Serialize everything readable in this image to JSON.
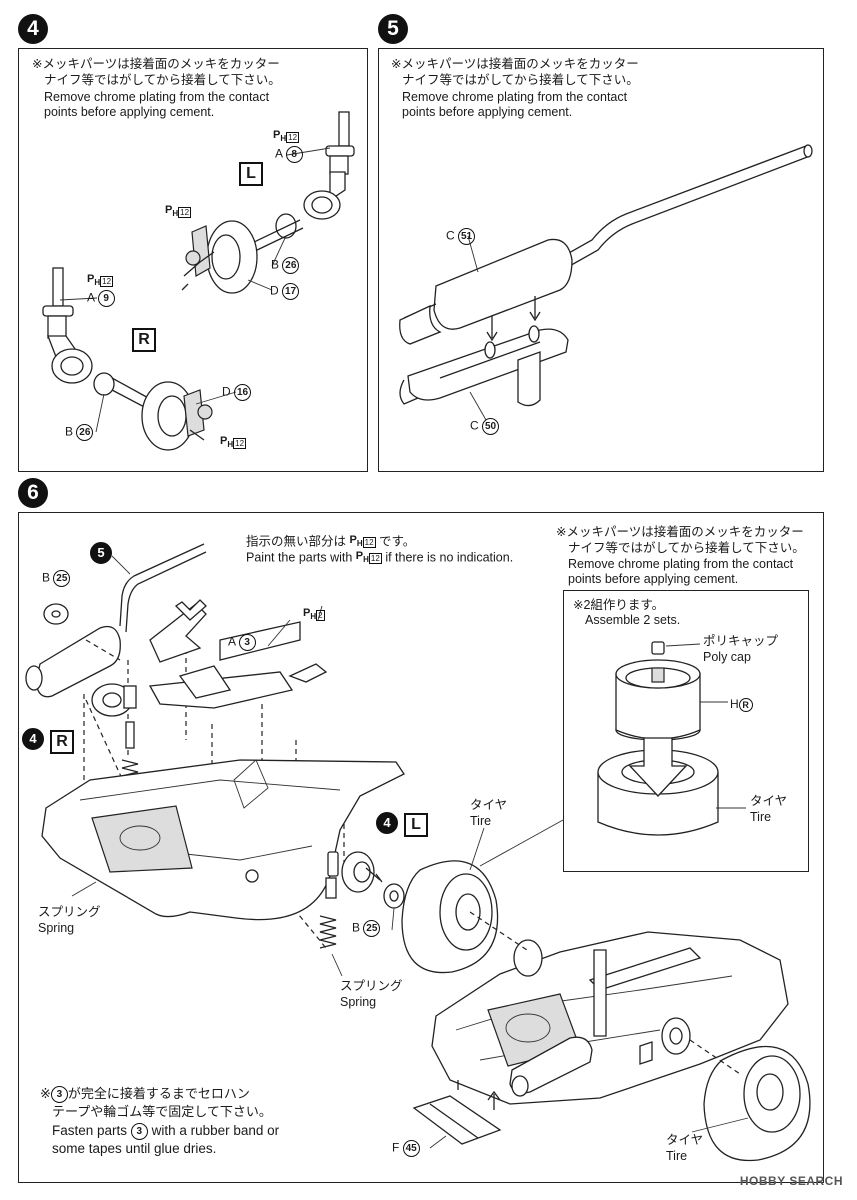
{
  "steps": {
    "s4": {
      "number": "4",
      "note_jp_1": "※メッキパーツは接着面のメッキをカッター",
      "note_jp_2": "ナイフ等ではがしてから接着して下さい。",
      "note_en_1": "Remove chrome plating from the contact",
      "note_en_2": "points before applying cement.",
      "side_L": "L",
      "side_R": "R",
      "paint_code": "12",
      "labels": {
        "a8_letter": "A",
        "a8_num": "8",
        "a9_letter": "A",
        "a9_num": "9",
        "b26_letter": "B",
        "b26_num": "26",
        "b26b_letter": "B",
        "b26b_num": "26",
        "d17_letter": "D",
        "d17_num": "17",
        "d16_letter": "D",
        "d16_num": "16"
      }
    },
    "s5": {
      "number": "5",
      "note_jp_1": "※メッキパーツは接着面のメッキをカッター",
      "note_jp_2": "ナイフ等ではがしてから接着して下さい。",
      "note_en_1": "Remove chrome plating from the contact",
      "note_en_2": "points before applying cement.",
      "labels": {
        "c51_letter": "C",
        "c51_num": "51",
        "c50_letter": "C",
        "c50_num": "50"
      }
    },
    "s6": {
      "number": "6",
      "paint_jp": "指示の無い部分は",
      "paint_jp_tail": "です。",
      "paint_en": "Paint the parts with",
      "paint_en_tail": "if there is no indication.",
      "paint_code": "12",
      "paint_code_2": "2",
      "note_jp_1": "※メッキパーツは接着面のメッキをカッター",
      "note_jp_2": "ナイフ等ではがしてから接着して下さい。",
      "note_en_1": "Remove chrome plating from the contact",
      "note_en_2": "points before applying cement.",
      "sets_jp": "※2組作ります。",
      "sets_en": "Assemble 2 sets.",
      "polycap_jp": "ポリキャップ",
      "polycap_en": "Poly cap",
      "hr_label": "H",
      "hr_num": "R",
      "tire_jp": "タイヤ",
      "tire_en": "Tire",
      "spring_jp": "スプリング",
      "spring_en": "Spring",
      "labels": {
        "b25_letter": "B",
        "b25_num": "25",
        "a3_letter": "A",
        "a3_num": "3",
        "ref5": "5",
        "ref4": "4",
        "ref4L": "L",
        "ref4R": "R",
        "f45_letter": "F",
        "f45_num": "45"
      },
      "bottom_jp_1_pre": "※",
      "bottom_jp_1_num": "3",
      "bottom_jp_1_post": "が完全に接着するまでセロハン",
      "bottom_jp_2": "テープや輪ゴム等で固定して下さい。",
      "bottom_en_1_pre": "Fasten parts",
      "bottom_en_1_num": "3",
      "bottom_en_1_post": "with a rubber band or",
      "bottom_en_2": "some tapes until glue dries."
    }
  },
  "watermark": "HOBBY SEARCH"
}
